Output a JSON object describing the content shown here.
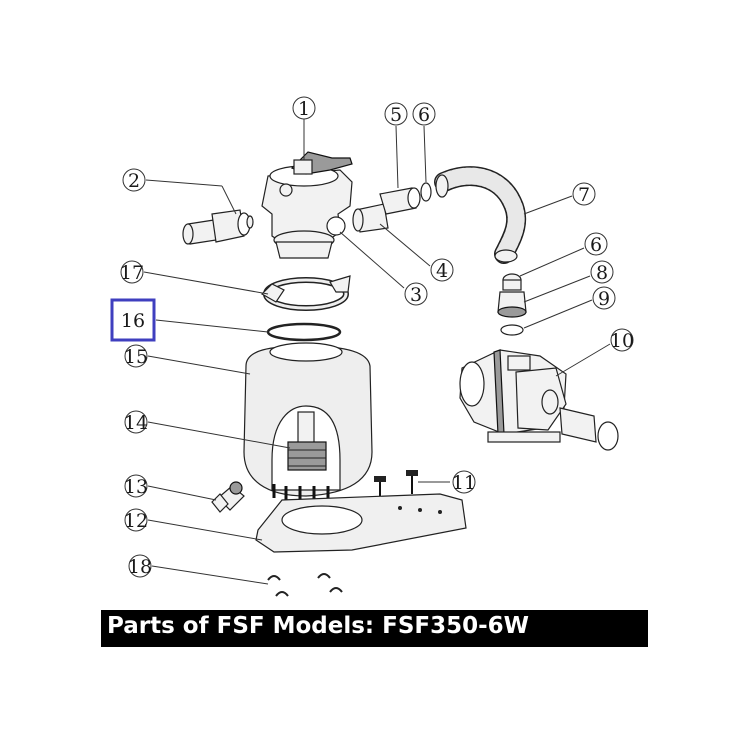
{
  "caption": "Parts of FSF Models: FSF350-6W",
  "highlight_color": "#3f3fbf",
  "callouts": {
    "c1": "1",
    "c2": "2",
    "c3": "3",
    "c4": "4",
    "c5": "5",
    "c6a": "6",
    "c6b": "6",
    "c7": "7",
    "c8": "8",
    "c9": "9",
    "c10": "10",
    "c11": "11",
    "c12": "12",
    "c13": "13",
    "c14": "14",
    "c15": "15",
    "c16": "16",
    "c17": "17",
    "c18": "18"
  },
  "highlighted_callout": "16"
}
